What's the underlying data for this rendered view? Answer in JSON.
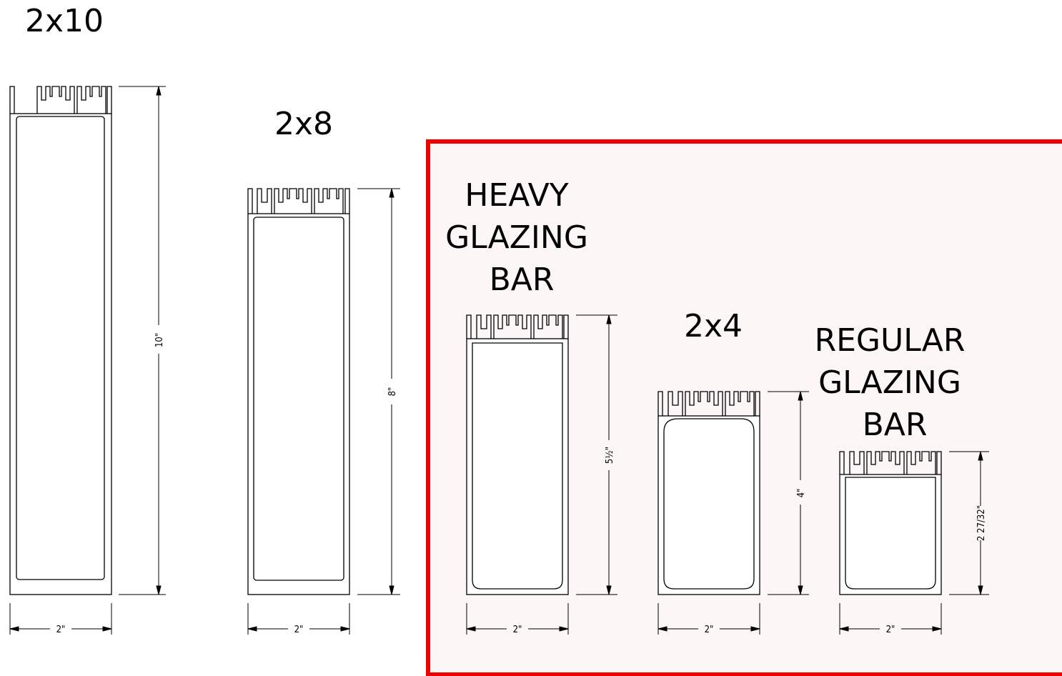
{
  "profiles": [
    {
      "id": "2x10",
      "label_lines": [
        "2x10"
      ],
      "height_dim": "10\"",
      "width_dim": "2\"",
      "highlighted": false
    },
    {
      "id": "2x8",
      "label_lines": [
        "2x8"
      ],
      "height_dim": "8\"",
      "width_dim": "2\"",
      "highlighted": false
    },
    {
      "id": "heavy",
      "label_lines": [
        "HEAVY",
        "GLAZING",
        "BAR"
      ],
      "height_dim": "5½\"",
      "width_dim": "2\"",
      "highlighted": true
    },
    {
      "id": "2x4",
      "label_lines": [
        "2x4"
      ],
      "height_dim": "4\"",
      "width_dim": "2\"",
      "highlighted": true
    },
    {
      "id": "regular",
      "label_lines": [
        "REGULAR",
        "GLAZING",
        "BAR"
      ],
      "height_dim": "2 27/32\"",
      "width_dim": "2\"",
      "highlighted": true
    }
  ],
  "colors": {
    "line": "#000000",
    "highlight_border": "#ee0000",
    "highlight_fill": "#fcf6f6"
  }
}
